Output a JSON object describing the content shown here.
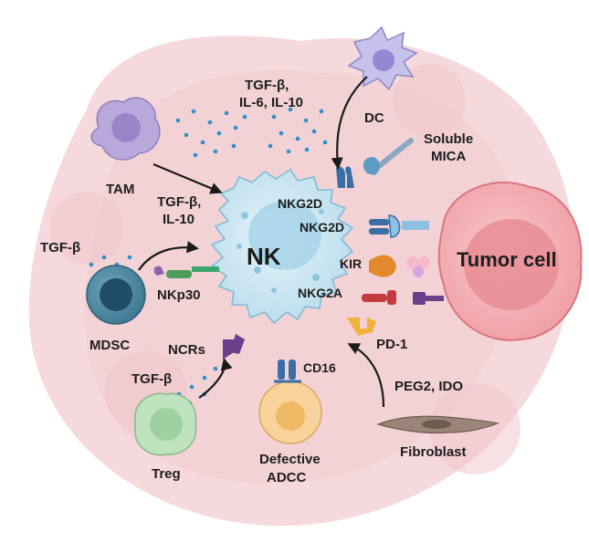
{
  "labels": {
    "dc": "DC",
    "tam": "TAM",
    "tgf_il6_il10_line1": "TGF-β,",
    "tgf_il6_il10_line2": "IL-6, IL-10",
    "tgf_il10_line1": "TGF-β,",
    "tgf_il10_line2": "IL-10",
    "soluble_mica_line1": "Soluble",
    "soluble_mica_line2": "MICA",
    "nkg2d_top": "NKG2D",
    "nkg2d_mid": "NKG2D",
    "kir": "KIR",
    "nkg2a": "NKG2A",
    "pd1": "PD-1",
    "nk": "NK",
    "tumor_cell": "Tumor cell",
    "tgf_mdsc": "TGF-β",
    "nkp30": "NKp30",
    "mdsc": "MDSC",
    "ncrs": "NCRs",
    "tgf_treg": "TGF-β",
    "treg": "Treg",
    "cd16": "CD16",
    "defective_line1": "Defective",
    "defective_line2": "ADCC",
    "peg2_ido": "PEG2, IDO",
    "fibroblast": "Fibroblast"
  },
  "colors": {
    "background_tissue": "#f6d9dc",
    "nk_cell": "#cde9f4",
    "nk_nucleus": "#a9d6ea",
    "tumor_cell": "#f3b0b5",
    "tumor_nucleus": "#d9757d",
    "mdsc": "#4f8ba3",
    "mdsc_nucleus": "#1f4e66",
    "treg": "#bfe3bf",
    "tam": "#b9a9da",
    "dc": "#c7c2ec",
    "defective_cell": "#f7d29b",
    "fibroblast": "#9b8478",
    "cytokine_dots": "#2f8fc6",
    "receptor_blue": "#3a6fa6",
    "receptor_orange": "#e08a2c",
    "receptor_red": "#c43a3e",
    "receptor_purple": "#6a3f8c",
    "receptor_yellow": "#f0b23a"
  }
}
